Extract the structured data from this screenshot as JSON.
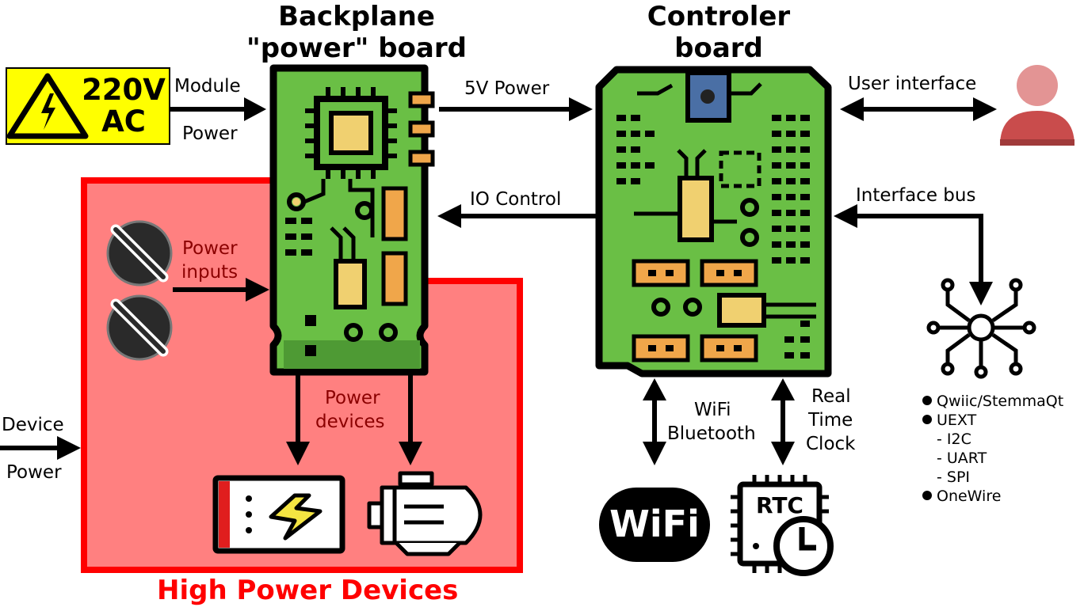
{
  "titles": {
    "backplane_line1": "Backplane",
    "backplane_line2": "\"power\" board",
    "controller_line1": "Controler",
    "controller_line2": "board"
  },
  "warning_sign": {
    "line1": "220V",
    "line2": "AC"
  },
  "labels": {
    "module": "Module",
    "power": "Power",
    "five_v_power": "5V Power",
    "io_control": "IO Control",
    "user_interface": "User interface",
    "interface_bus": "Interface bus",
    "power_inputs_1": "Power",
    "power_inputs_2": "inputs",
    "power_devices_1": "Power",
    "power_devices_2": "devices",
    "device": "Device",
    "device_power": "Power",
    "wifi": "WiFi",
    "bluetooth": "Bluetooth",
    "real": "Real",
    "time": "Time",
    "clock": "Clock",
    "high_power_devices": "High Power Devices"
  },
  "bus_list": [
    "Qwiic/StemmaQt",
    "UEXT",
    "- I2C",
    "- UART",
    "- SPI",
    "OneWire"
  ],
  "icons": {
    "wifi_logo_text": "WiFi",
    "rtc_text": "RTC"
  },
  "colors": {
    "board_green": "#6abf45",
    "board_dark_green": "#4e9a34",
    "chip_yellow": "#f0d070",
    "pad_orange": "#f0a64a",
    "high_power_fill": "#ff8080",
    "high_power_border": "#ff0000",
    "warning_yellow": "#ffff00",
    "person_red": "#c94c4c",
    "person_light": "#e39494"
  }
}
